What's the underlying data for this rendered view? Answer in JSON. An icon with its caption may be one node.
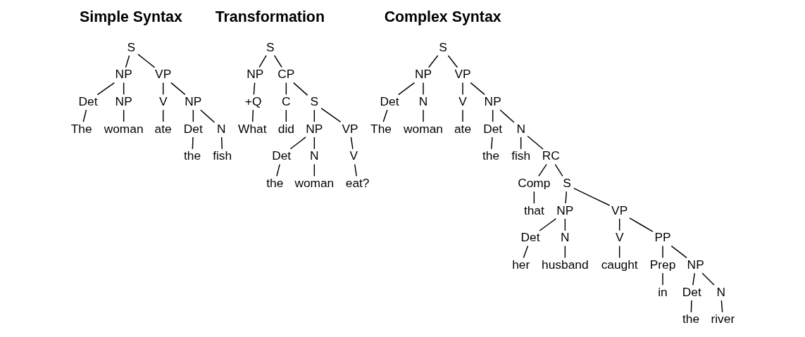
{
  "diagram": {
    "nodes": [
      {
        "text": [
          "S"
        ]
      },
      {
        "text": [
          "NP"
        ]
      },
      {
        "text": [
          "VP"
        ]
      },
      {
        "text": [
          "Det"
        ]
      },
      {
        "text": [
          "NP"
        ]
      },
      {
        "text": [
          "V"
        ]
      },
      {
        "text": [
          "NP"
        ]
      },
      {
        "text": [
          "The"
        ]
      },
      {
        "text": [
          "woman"
        ]
      },
      {
        "text": [
          "ate"
        ]
      },
      {
        "text": [
          "Det"
        ]
      },
      {
        "text": [
          "N"
        ]
      },
      {
        "text": [
          "the"
        ]
      },
      {
        "text": [
          "fish"
        ]
      },
      {
        "text": [
          "S"
        ]
      },
      {
        "text": [
          "NP"
        ]
      },
      {
        "text": [
          "CP"
        ]
      },
      {
        "text": [
          "+Q"
        ]
      },
      {
        "text": [
          "C"
        ]
      },
      {
        "text": [
          "S"
        ]
      },
      {
        "text": [
          "What"
        ]
      },
      {
        "text": [
          "did"
        ]
      },
      {
        "text": [
          "NP"
        ]
      },
      {
        "text": [
          "VP"
        ]
      },
      {
        "text": [
          "Det"
        ]
      },
      {
        "text": [
          "N"
        ]
      },
      {
        "text": [
          "V"
        ]
      },
      {
        "text": [
          "the"
        ]
      },
      {
        "text": [
          "woman"
        ]
      },
      {
        "text": [
          "eat?"
        ]
      },
      {
        "text": [
          "S"
        ]
      },
      {
        "text": [
          "NP"
        ]
      },
      {
        "text": [
          "VP"
        ]
      },
      {
        "text": [
          "Det"
        ]
      },
      {
        "text": [
          "N"
        ]
      },
      {
        "text": [
          "V"
        ]
      },
      {
        "text": [
          "NP"
        ]
      },
      {
        "text": [
          "The"
        ]
      },
      {
        "text": [
          "woman"
        ]
      },
      {
        "text": [
          "ate"
        ]
      },
      {
        "text": [
          "Det"
        ]
      },
      {
        "text": [
          "N"
        ]
      },
      {
        "text": [
          "the"
        ]
      },
      {
        "text": [
          "fish"
        ]
      },
      {
        "text": [
          "RC"
        ]
      },
      {
        "text": [
          "Comp"
        ]
      },
      {
        "text": [
          "S"
        ]
      },
      {
        "text": [
          "that"
        ]
      },
      {
        "text": [
          "NP"
        ]
      },
      {
        "text": [
          "VP"
        ]
      },
      {
        "text": [
          "Det"
        ]
      },
      {
        "text": [
          "N"
        ]
      },
      {
        "text": [
          "V"
        ]
      },
      {
        "text": [
          "PP"
        ]
      },
      {
        "text": [
          "her"
        ]
      },
      {
        "text": [
          "husband"
        ]
      },
      {
        "text": [
          "caught"
        ]
      },
      {
        "text": [
          "Prep"
        ]
      },
      {
        "text": [
          "NP"
        ]
      },
      {
        "text": [
          "in"
        ]
      },
      {
        "text": [
          "Det"
        ]
      },
      {
        "text": [
          "N"
        ]
      },
      {
        "text": [
          "the"
        ]
      },
      {
        "text": [
          "river"
        ]
      }
    ],
    "edges": [
      {
        "from": 0,
        "to": 1,
        "arrow": "none"
      },
      {
        "from": 0,
        "to": 2,
        "arrow": "none"
      },
      {
        "from": 1,
        "to": 3,
        "arrow": "none"
      },
      {
        "from": 1,
        "to": 4,
        "arrow": "none"
      },
      {
        "from": 2,
        "to": 5,
        "arrow": "none"
      },
      {
        "from": 2,
        "to": 6,
        "arrow": "none"
      },
      {
        "from": 3,
        "to": 7,
        "arrow": "none"
      },
      {
        "from": 4,
        "to": 8,
        "arrow": "none"
      },
      {
        "from": 5,
        "to": 9,
        "arrow": "none"
      },
      {
        "from": 6,
        "to": 10,
        "arrow": "none"
      },
      {
        "from": 6,
        "to": 11,
        "arrow": "none"
      },
      {
        "from": 10,
        "to": 12,
        "arrow": "none"
      },
      {
        "from": 11,
        "to": 13,
        "arrow": "none"
      },
      {
        "from": 14,
        "to": 15,
        "arrow": "none"
      },
      {
        "from": 14,
        "to": 16,
        "arrow": "none"
      },
      {
        "from": 15,
        "to": 17,
        "arrow": "none"
      },
      {
        "from": 16,
        "to": 18,
        "arrow": "none"
      },
      {
        "from": 16,
        "to": 19,
        "arrow": "none"
      },
      {
        "from": 17,
        "to": 20,
        "arrow": "none"
      },
      {
        "from": 18,
        "to": 21,
        "arrow": "none"
      },
      {
        "from": 19,
        "to": 22,
        "arrow": "none"
      },
      {
        "from": 19,
        "to": 23,
        "arrow": "none"
      },
      {
        "from": 22,
        "to": 24,
        "arrow": "none"
      },
      {
        "from": 22,
        "to": 25,
        "arrow": "none"
      },
      {
        "from": 23,
        "to": 26,
        "arrow": "none"
      },
      {
        "from": 24,
        "to": 27,
        "arrow": "none"
      },
      {
        "from": 25,
        "to": 28,
        "arrow": "none"
      },
      {
        "from": 26,
        "to": 29,
        "arrow": "none"
      },
      {
        "from": 30,
        "to": 31,
        "arrow": "none"
      },
      {
        "from": 30,
        "to": 32,
        "arrow": "none"
      },
      {
        "from": 31,
        "to": 33,
        "arrow": "none"
      },
      {
        "from": 31,
        "to": 34,
        "arrow": "none"
      },
      {
        "from": 32,
        "to": 35,
        "arrow": "none"
      },
      {
        "from": 32,
        "to": 36,
        "arrow": "none"
      },
      {
        "from": 33,
        "to": 37,
        "arrow": "none"
      },
      {
        "from": 34,
        "to": 38,
        "arrow": "none"
      },
      {
        "from": 35,
        "to": 39,
        "arrow": "none"
      },
      {
        "from": 36,
        "to": 40,
        "arrow": "none"
      },
      {
        "from": 36,
        "to": 41,
        "arrow": "none"
      },
      {
        "from": 40,
        "to": 42,
        "arrow": "none"
      },
      {
        "from": 41,
        "to": 43,
        "arrow": "none"
      },
      {
        "from": 41,
        "to": 44,
        "arrow": "none"
      },
      {
        "from": 44,
        "to": 45,
        "arrow": "none"
      },
      {
        "from": 44,
        "to": 46,
        "arrow": "none"
      },
      {
        "from": 45,
        "to": 47,
        "arrow": "none"
      },
      {
        "from": 46,
        "to": 48,
        "arrow": "none"
      },
      {
        "from": 46,
        "to": 49,
        "arrow": "none"
      },
      {
        "from": 48,
        "to": 50,
        "arrow": "none"
      },
      {
        "from": 48,
        "to": 51,
        "arrow": "none"
      },
      {
        "from": 49,
        "to": 52,
        "arrow": "none"
      },
      {
        "from": 49,
        "to": 53,
        "arrow": "none"
      },
      {
        "from": 50,
        "to": 54,
        "arrow": "none"
      },
      {
        "from": 51,
        "to": 55,
        "arrow": "none"
      },
      {
        "from": 52,
        "to": 56,
        "arrow": "none"
      },
      {
        "from": 53,
        "to": 57,
        "arrow": "none"
      },
      {
        "from": 53,
        "to": 58,
        "arrow": "none"
      },
      {
        "from": 57,
        "to": 59,
        "arrow": "none"
      },
      {
        "from": 58,
        "to": 60,
        "arrow": "none"
      },
      {
        "from": 58,
        "to": 61,
        "arrow": "none"
      },
      {
        "from": 60,
        "to": 62,
        "arrow": "none"
      },
      {
        "from": 61,
        "to": 63,
        "arrow": "none"
      }
    ],
    "labels": [
      "Simple Syntax",
      "Transformation",
      "Complex Syntax"
    ]
  }
}
